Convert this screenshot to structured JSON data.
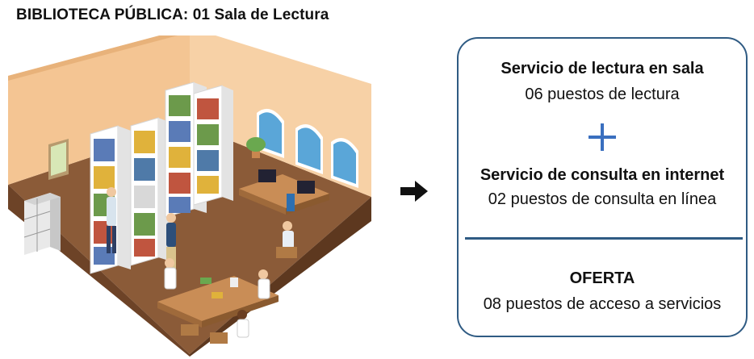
{
  "header": {
    "title": "BIBLIOTECA PÚBLICA: 01 Sala de Lectura"
  },
  "illustration": {
    "icon": "library-reading-room-illustration"
  },
  "arrow": {
    "icon": "arrow-right-icon"
  },
  "summary": {
    "service1_title": "Servicio de lectura en sala",
    "service1_detail": "06 puestos de lectura",
    "plus_icon": "plus-icon",
    "service2_title": "Servicio de consulta en internet",
    "service2_detail": "02 puestos de consulta en línea",
    "offer_title": "OFERTA",
    "offer_detail": "08 puestos de acceso a servicios"
  },
  "colors": {
    "border": "#2f5b83",
    "plus": "#3a6fbf",
    "wall": "#f5c58d",
    "floor": "#8a5a36"
  }
}
